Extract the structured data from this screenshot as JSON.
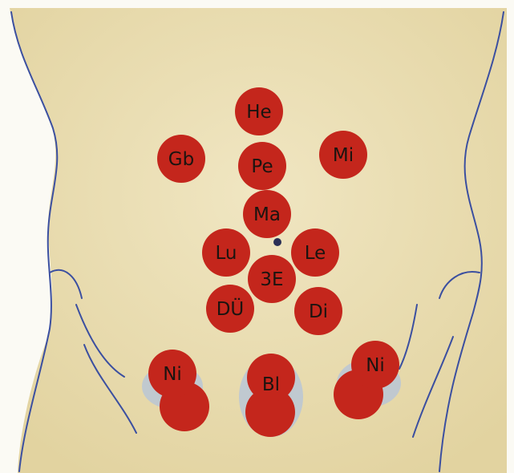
{
  "colors": {
    "skin": "#ece0b8",
    "skin_shadow": "#d9ca95",
    "outline": "#3b4fa0",
    "point": "#c4261c",
    "point_edge": "#a51e16",
    "halo": "#b7c4d8",
    "label_ink": "#1b1410"
  },
  "points": [
    {
      "key": "he",
      "label": "He"
    },
    {
      "key": "gb",
      "label": "Gb"
    },
    {
      "key": "pe",
      "label": "Pe"
    },
    {
      "key": "mi",
      "label": "Mi"
    },
    {
      "key": "ma",
      "label": "Ma"
    },
    {
      "key": "lu",
      "label": "Lu"
    },
    {
      "key": "le",
      "label": "Le"
    },
    {
      "key": "3e",
      "label": "3E"
    },
    {
      "key": "dd",
      "label": "DÜ"
    },
    {
      "key": "di",
      "label": "Di"
    },
    {
      "key": "ni-left",
      "label": "Ni"
    },
    {
      "key": "bl",
      "label": "Bl"
    },
    {
      "key": "ni-right",
      "label": "Ni"
    }
  ]
}
